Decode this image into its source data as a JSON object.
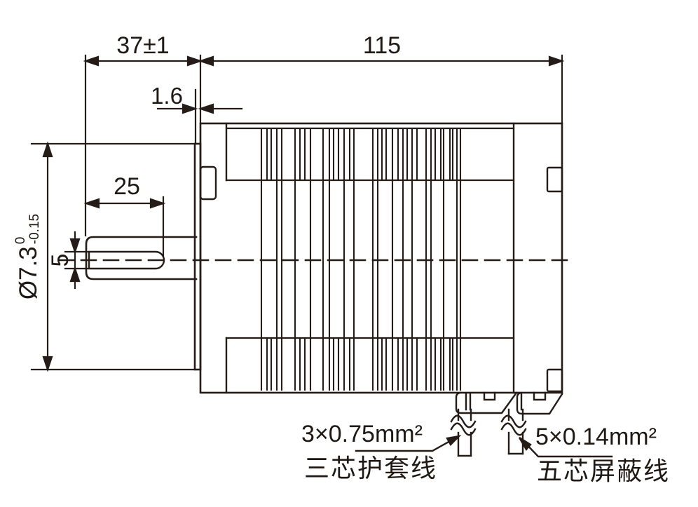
{
  "drawing": {
    "type": "motor-outline-dimension-drawing",
    "background_color": "#ffffff",
    "line_color": "#251c18",
    "text_color": "#1f1813"
  },
  "dimensions": {
    "shaft_extension": "37±1",
    "body_length": "115",
    "pilot_boss_depth": "1.6",
    "shaft_flat_length": "25",
    "shaft_flat_height": "5",
    "pilot_diameter": {
      "value": "Ø7.3",
      "tol_upper": "0",
      "tol_lower": "-0.15"
    }
  },
  "cables": {
    "left": {
      "spec": "3×0.75mm²",
      "name": "三芯护套线"
    },
    "right": {
      "spec": "5×0.14mm²",
      "name": "五芯屏蔽线"
    }
  }
}
